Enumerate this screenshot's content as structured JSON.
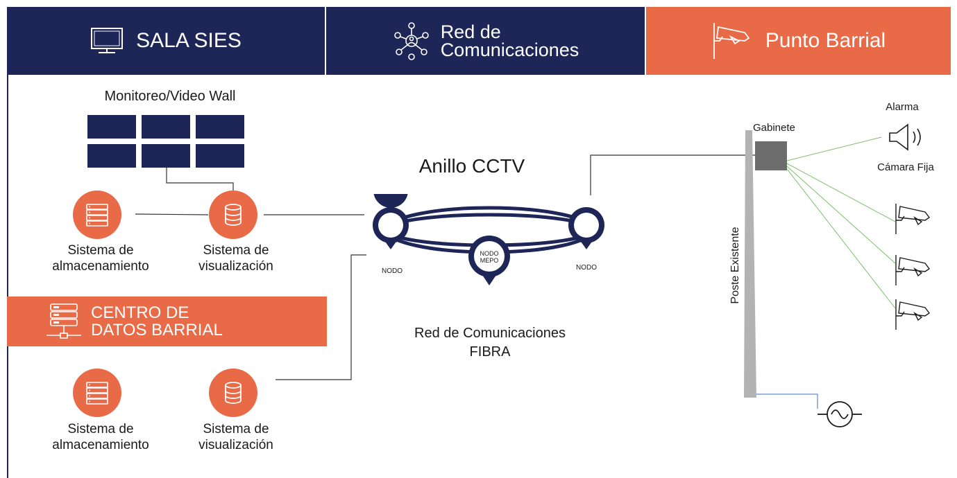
{
  "header": {
    "sala_sies": "SALA SIES",
    "red_line1": "Red de",
    "red_line2": "Comunicaciones",
    "punto_barrial": "Punto Barrial"
  },
  "video_wall_title": "Monitoreo/Video Wall",
  "sala": {
    "almac_line1": "Sistema de",
    "almac_line2": "almacenamiento",
    "visual_line1": "Sistema de",
    "visual_line2": "visualización"
  },
  "centro": {
    "line1": "CENTRO DE",
    "line2": "DATOS BARRIAL",
    "almac_line1": "Sistema de",
    "almac_line2": "almacenamiento",
    "visual_line1": "Sistema de",
    "visual_line2": "visualización"
  },
  "anillo": {
    "title": "Anillo CCTV",
    "node_left": "NODO",
    "node_right": "NODO",
    "mepo_line1": "NODO",
    "mepo_line2": "MEPO",
    "red_line1": "Red de Comunicaciones",
    "red_line2": "FIBRA"
  },
  "punto": {
    "gabinete": "Gabinete",
    "alarma": "Alarma",
    "camara_fija": "Cámara  Fija",
    "poste": "Poste Existente"
  },
  "colors": {
    "navy": "#1e2658",
    "orange": "#e96a47",
    "wire_green": "#7cc06b",
    "pole_gray": "#b3b3b3",
    "cabinet_gray": "#6d6d6d"
  },
  "icons": [
    "monitor-icon",
    "network-icon",
    "camera-icon",
    "server-icon",
    "database-icon",
    "speaker-icon",
    "ac-power-icon"
  ]
}
